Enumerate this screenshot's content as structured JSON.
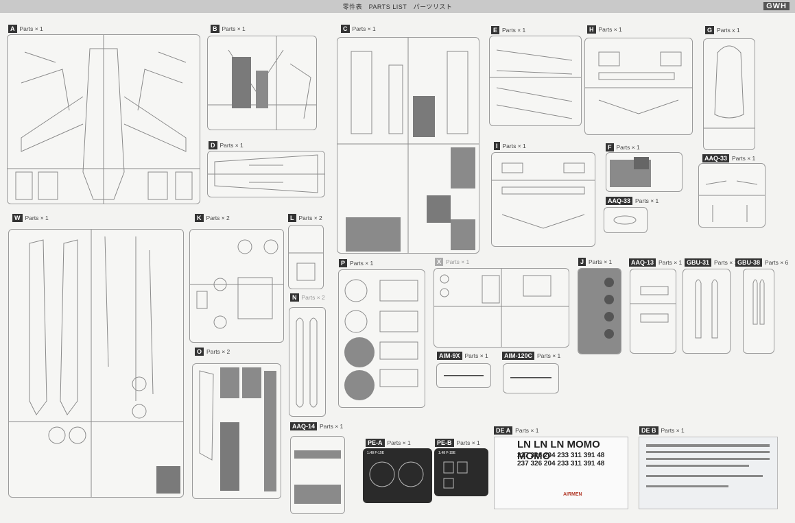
{
  "header": {
    "title": "零件表　PARTS LIST　パーツリスト",
    "brand": "GWH"
  },
  "trees": [
    {
      "id": "A",
      "count": "Parts × 1"
    },
    {
      "id": "B",
      "count": "Parts × 1"
    },
    {
      "id": "C",
      "count": "Parts × 1"
    },
    {
      "id": "E",
      "count": "Parts × 1"
    },
    {
      "id": "H",
      "count": "Parts × 1"
    },
    {
      "id": "G",
      "count": "Parts x 1"
    },
    {
      "id": "D",
      "count": "Parts × 1"
    },
    {
      "id": "I",
      "count": "Parts × 1"
    },
    {
      "id": "F",
      "count": "Parts × 1"
    },
    {
      "id": "AAQ-33",
      "count": "Parts × 1"
    },
    {
      "id": "AAQ-33",
      "count": "Parts × 1"
    },
    {
      "id": "W",
      "count": "Parts × 1"
    },
    {
      "id": "K",
      "count": "Parts × 2"
    },
    {
      "id": "L",
      "count": "Parts × 2"
    },
    {
      "id": "N",
      "count": "Parts × 2"
    },
    {
      "id": "P",
      "count": "Parts × 1"
    },
    {
      "id": "X",
      "count": "Parts × 1"
    },
    {
      "id": "J",
      "count": "Parts × 1"
    },
    {
      "id": "AAQ-13",
      "count": "Parts × 1"
    },
    {
      "id": "GBU-31",
      "count": "Parts × 1"
    },
    {
      "id": "GBU-38",
      "count": "Parts × 6"
    },
    {
      "id": "O",
      "count": "Parts × 2"
    },
    {
      "id": "AIM-9X",
      "count": "Parts × 1"
    },
    {
      "id": "AIM-120C",
      "count": "Parts × 1"
    },
    {
      "id": "AAQ-14",
      "count": "Parts × 1"
    },
    {
      "id": "PE-A",
      "count": "Parts × 1"
    },
    {
      "id": "PE-B",
      "count": "Parts × 1"
    },
    {
      "id": "DE A",
      "count": "Parts × 1"
    },
    {
      "id": "DE B",
      "count": "Parts × 1"
    }
  ],
  "decals": {
    "row1": "LN LN LN MOMO MOMO",
    "row2": "237 326 204 233 311 391 48",
    "row3": "237 326 204 233 311 391 48",
    "nose_a": "AIRMEN"
  },
  "photoetch": {
    "pe_a": "1:48 F-15E",
    "pe_b": "1:48 F-15E"
  },
  "colors": {
    "label_bg": "#333333",
    "sprue": "#9a9a9a",
    "grey_part": "#7a7a7a",
    "pe_bg": "#2a2a2a",
    "decal_red": "#b23a2a"
  }
}
